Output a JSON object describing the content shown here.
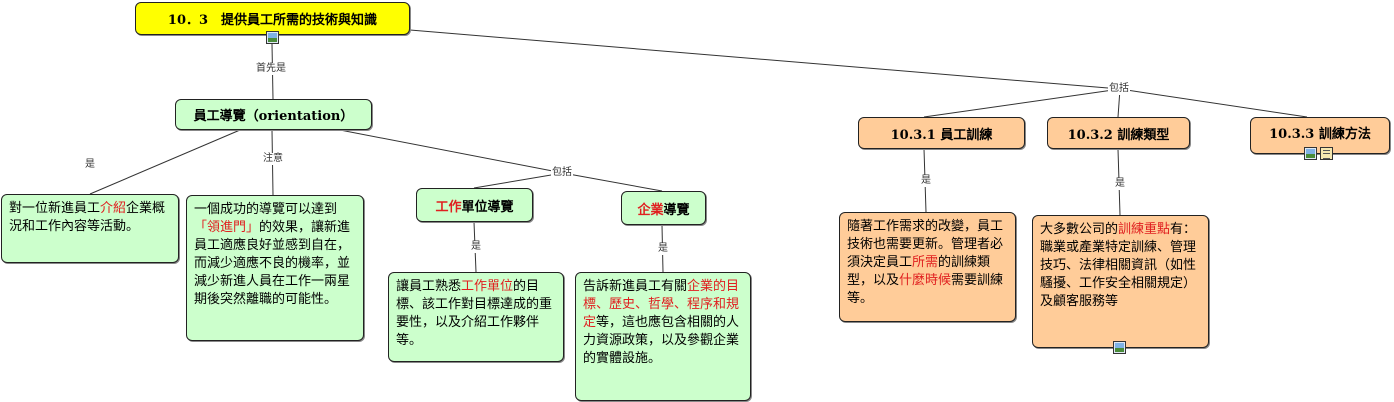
{
  "root": {
    "text": "10．3　提供員工所需的技術與知識"
  },
  "link_labels": {
    "first": "首先是",
    "includes_top": "包括",
    "is": "是",
    "note": "注意",
    "includes_mid": "包括"
  },
  "orientation": {
    "text": "員工導覽（orientation）"
  },
  "orient_def": {
    "parts": [
      {
        "text": "對一位新進員工"
      },
      {
        "text": "介紹",
        "highlight": true
      },
      {
        "text": "企業概況和工作內容等活動。"
      }
    ]
  },
  "orient_note": {
    "parts": [
      {
        "text": "一個成功的導覽可以達到"
      },
      {
        "text": "「領進門」",
        "highlight": true
      },
      {
        "text": "的效果，讓新進員工適應良好並感到自在，而減少適應不良的機率，並減少新進人員在工作一兩星期後突然離職的可能性。"
      }
    ]
  },
  "work_unit": {
    "parts": [
      {
        "text": "工作",
        "highlight": true
      },
      {
        "text": "單位導覽"
      }
    ]
  },
  "work_unit_body": {
    "parts": [
      {
        "text": "讓員工熟悉"
      },
      {
        "text": "工作單位",
        "highlight": true
      },
      {
        "text": "的目標、該工作對目標達成的重要性，以及介紹工作夥伴等。"
      }
    ]
  },
  "enterprise": {
    "parts": [
      {
        "text": "企業",
        "highlight": true
      },
      {
        "text": "導覽"
      }
    ]
  },
  "enterprise_body": {
    "parts": [
      {
        "text": "告訴新進員工有關"
      },
      {
        "text": "企業的目標、歷史、哲學、程序和規定",
        "highlight": true
      },
      {
        "text": "等，這也應包含相關的人力資源政策，以及參觀企業的實體設施。"
      }
    ]
  },
  "sec_1": {
    "text": "10.3.1  員工訓練"
  },
  "sec_1_body": {
    "parts": [
      {
        "text": "隨著工作需求的改變，員工技術也需要更新。管理者必須決定員工"
      },
      {
        "text": "所需",
        "highlight": true
      },
      {
        "text": "的訓練類型，以及"
      },
      {
        "text": "什麼時候",
        "highlight": true
      },
      {
        "text": "需要訓練等。"
      }
    ]
  },
  "sec_2": {
    "text": "10.3.2  訓練類型"
  },
  "sec_2_body": {
    "parts": [
      {
        "text": "大多數公司的"
      },
      {
        "text": "訓練重點",
        "highlight": true
      },
      {
        "text": "有：職業或產業特定訓練、管理技巧、法律相關資訊（如性騷擾、工作安全相關規定）及顧客服務等"
      }
    ]
  },
  "sec_3": {
    "text": "10.3.3  訓練方法"
  },
  "colors": {
    "title_bg": "#ffff00",
    "green_bg": "#ccffcc",
    "orange_bg": "#ffcc99",
    "highlight": "#e02020"
  },
  "icons": [
    "image-icon",
    "attachment-icon"
  ]
}
